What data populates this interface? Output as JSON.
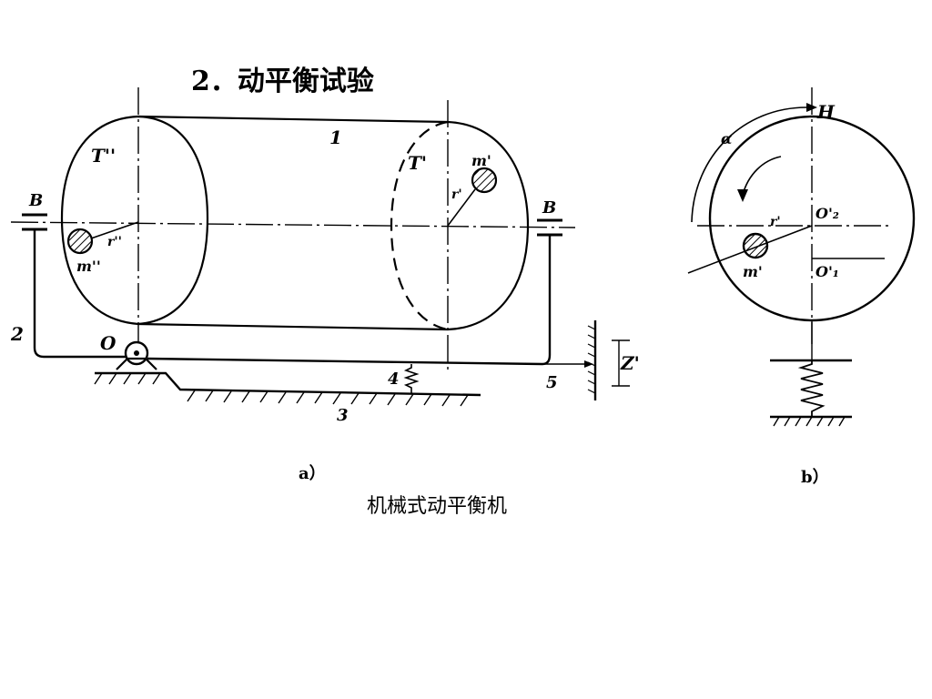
{
  "title": "2．动平衡试验",
  "caption": "机械式动平衡机",
  "fig_a": {
    "label": "a）",
    "labels": {
      "part1": "1",
      "part2": "2",
      "part3": "3",
      "part4": "4",
      "part5": "5",
      "plane_left": "T''",
      "plane_right": "T'",
      "mass_left": "m''",
      "mass_right": "m'",
      "radius_left": "r''",
      "radius_right": "r'",
      "bearing_left": "B",
      "bearing_right": "B",
      "pivot": "O",
      "amplitude": "Z'"
    }
  },
  "fig_b": {
    "label": "b）",
    "labels": {
      "top": "H",
      "angle": "α",
      "radius": "r'",
      "mass": "m'",
      "center_upper": "O'₂",
      "center_lower": "O'₁"
    }
  }
}
